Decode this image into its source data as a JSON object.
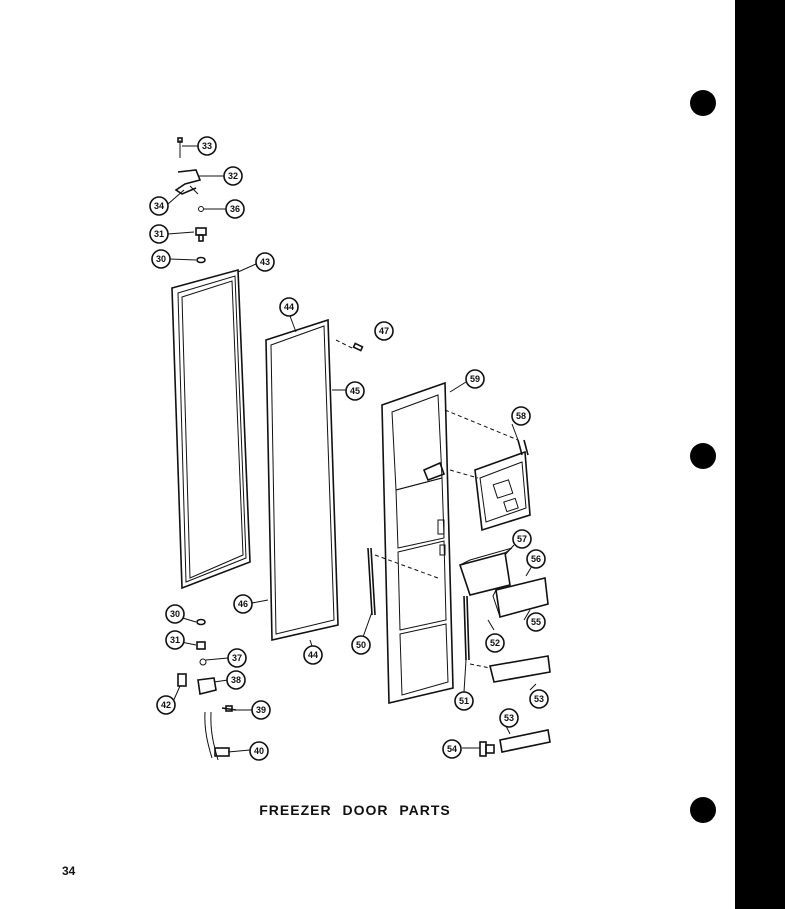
{
  "caption": "FREEZER DOOR PARTS",
  "page_number": "34",
  "callouts": {
    "p33": "33",
    "p32": "32",
    "p34": "34",
    "p36": "36",
    "p31a": "31",
    "p30a": "30",
    "p43": "43",
    "p44a": "44",
    "p47": "47",
    "p45": "45",
    "p59": "59",
    "p58": "58",
    "p57": "57",
    "p56": "56",
    "p46": "46",
    "p30b": "30",
    "p31b": "31",
    "p44b": "44",
    "p50": "50",
    "p52": "52",
    "p55": "55",
    "p37": "37",
    "p38": "38",
    "p42": "42",
    "p39": "39",
    "p51": "51",
    "p53a": "53",
    "p53b": "53",
    "p40": "40",
    "p54": "54"
  }
}
